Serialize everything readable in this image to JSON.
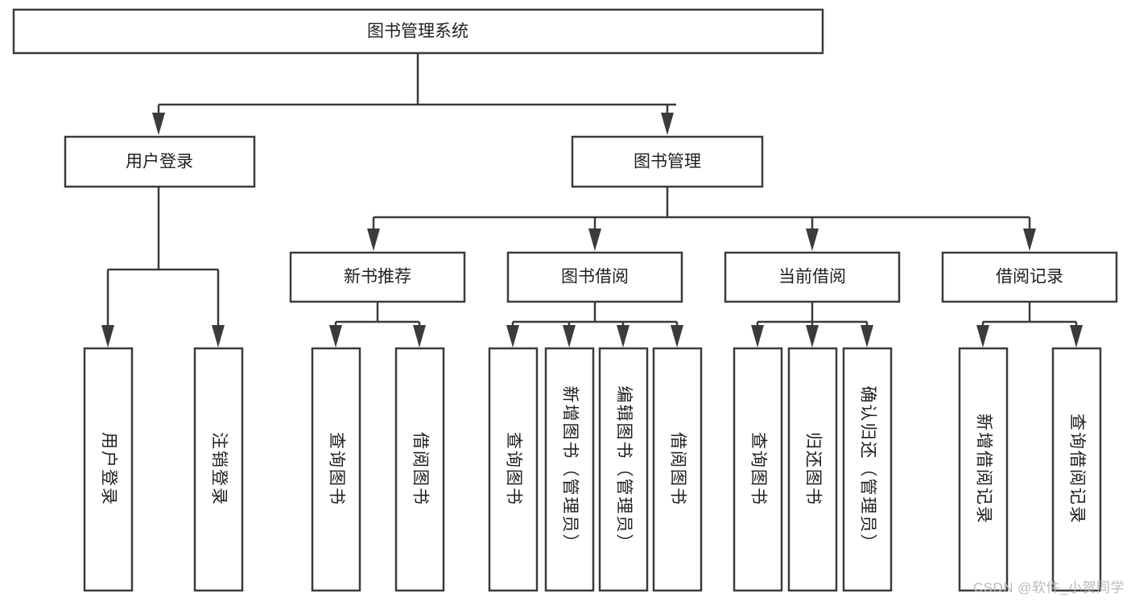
{
  "diagram": {
    "title": "图书管理系统",
    "type": "tree",
    "colors": {
      "box_stroke": "#3b3b3b",
      "box_fill": "#ffffff",
      "text": "#1f1f1f",
      "watermark": "#b9b9b9",
      "background": "#ffffff"
    },
    "root": {
      "label": "图书管理系统"
    },
    "level2": [
      {
        "label": "用户登录"
      },
      {
        "label": "图书管理"
      }
    ],
    "level3": [
      {
        "label": "新书推荐"
      },
      {
        "label": "图书借阅"
      },
      {
        "label": "当前借阅"
      },
      {
        "label": "借阅记录"
      }
    ],
    "leaves": {
      "user_login": [
        {
          "label": "用户登录"
        },
        {
          "label": "注销登录"
        }
      ],
      "new_book_recommend": [
        {
          "label": "查询图书"
        },
        {
          "label": "借阅图书"
        }
      ],
      "book_borrow": [
        {
          "label": "查询图书"
        },
        {
          "label": "新增图书（管理员）"
        },
        {
          "label": "编辑图书（管理员）"
        },
        {
          "label": "借阅图书"
        }
      ],
      "current_borrow": [
        {
          "label": "查询图书"
        },
        {
          "label": "归还图书"
        },
        {
          "label": "确认归还（管理员）"
        }
      ],
      "borrow_record": [
        {
          "label": "新增借阅记录"
        },
        {
          "label": "查询借阅记录"
        }
      ]
    }
  },
  "watermark": {
    "text": "CSDN @软件_小贺同学"
  }
}
